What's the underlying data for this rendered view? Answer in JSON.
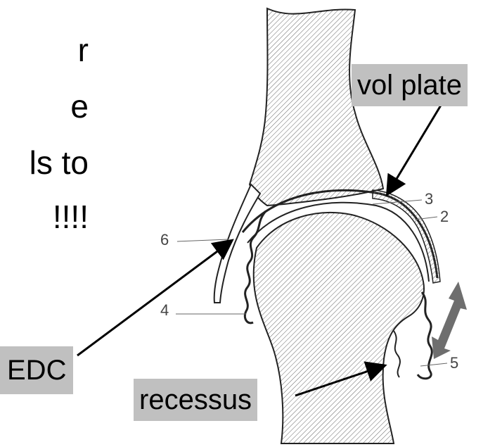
{
  "slide": {
    "lines": [
      "r",
      "e",
      "ls to",
      "!!!!"
    ]
  },
  "callouts": {
    "vol_plate": "vol plate",
    "edc": "EDC",
    "recessus": "recessus"
  },
  "numbers": [
    "6",
    "4",
    "3",
    "2",
    "5"
  ],
  "colors": {
    "label_bg": "#c0c0c0",
    "double_arrow": "#6e6e6e",
    "hatch": "#555555"
  }
}
